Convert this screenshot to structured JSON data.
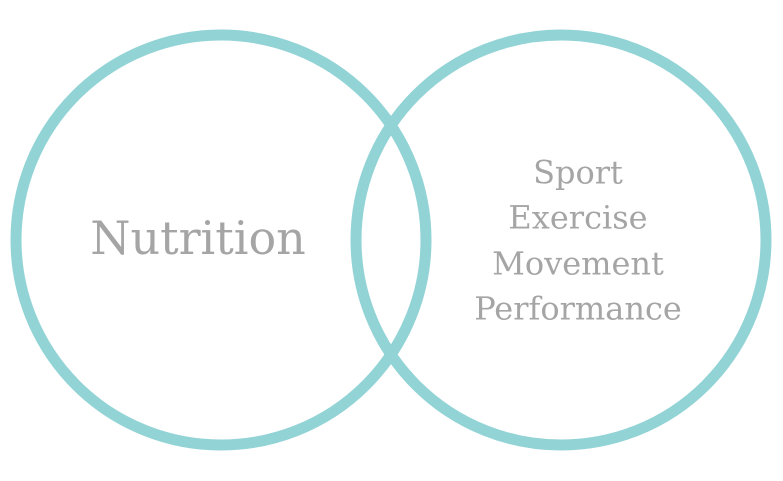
{
  "colors": {
    "ring": "#92d3d6",
    "text": "#a5a5a5",
    "background": "#ffffff"
  },
  "diagram": {
    "type": "venn",
    "left_set": {
      "label": "Nutrition"
    },
    "right_set": {
      "lines": [
        "Sport",
        "Exercise",
        "Movement",
        "Performance"
      ]
    }
  }
}
